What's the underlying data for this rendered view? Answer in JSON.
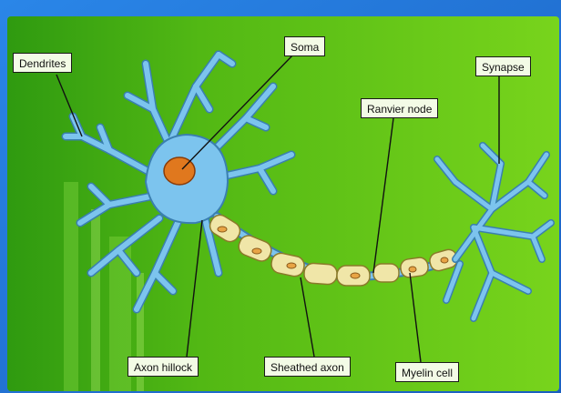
{
  "labels": {
    "dendrites": "Dendrites",
    "soma": "Soma",
    "ranvier_node": "Ranvier node",
    "synapse": "Synapse",
    "axon_hillock": "Axon hillock",
    "sheathed_axon": "Sheathed axon",
    "myelin_cell": "Myelin cell"
  },
  "colors": {
    "background_green": "#5cc214",
    "neuron_blue": "#7cc4ee",
    "neuron_outline": "#3a7fb0",
    "nucleus": "#e0781e",
    "myelin": "#f0e6a8",
    "frame_blue": "#1d6fd0"
  }
}
